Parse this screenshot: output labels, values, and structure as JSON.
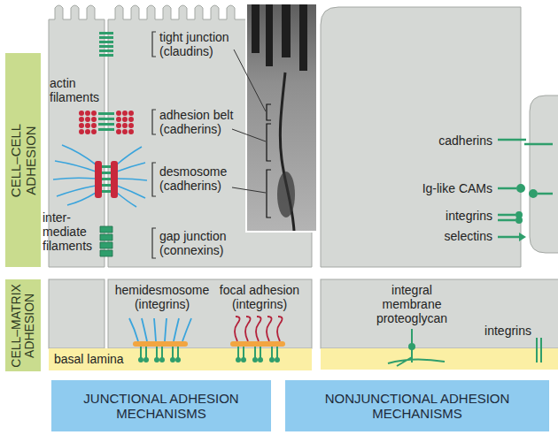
{
  "diagram": {
    "nodes": [
      {
        "text": [
          "CELL–CELL ADHESION"
        ]
      },
      {
        "text": [
          "CELL–MATRIX ADHESION"
        ]
      },
      {
        "text": [
          "basal lamina"
        ]
      },
      {
        "text": [
          "JUNCTIONAL ADHESION MECHANISMS"
        ]
      },
      {
        "text": [
          "NONJUNCTIONAL ADHESION MECHANISMS"
        ]
      }
    ],
    "labels": [
      "actin filaments",
      "tight junction (claudins)",
      "adhesion belt (cadherins)",
      "desmosome (cadherins)",
      "inter- mediate filaments",
      "gap junction (connexins)",
      "cadherins",
      "Ig-like CAMs",
      "integrins",
      "selectins",
      "hemidesmosome (integrins)",
      "focal adhesion (integrins)",
      "integral membrane proteoglycan",
      "integrins"
    ]
  }
}
